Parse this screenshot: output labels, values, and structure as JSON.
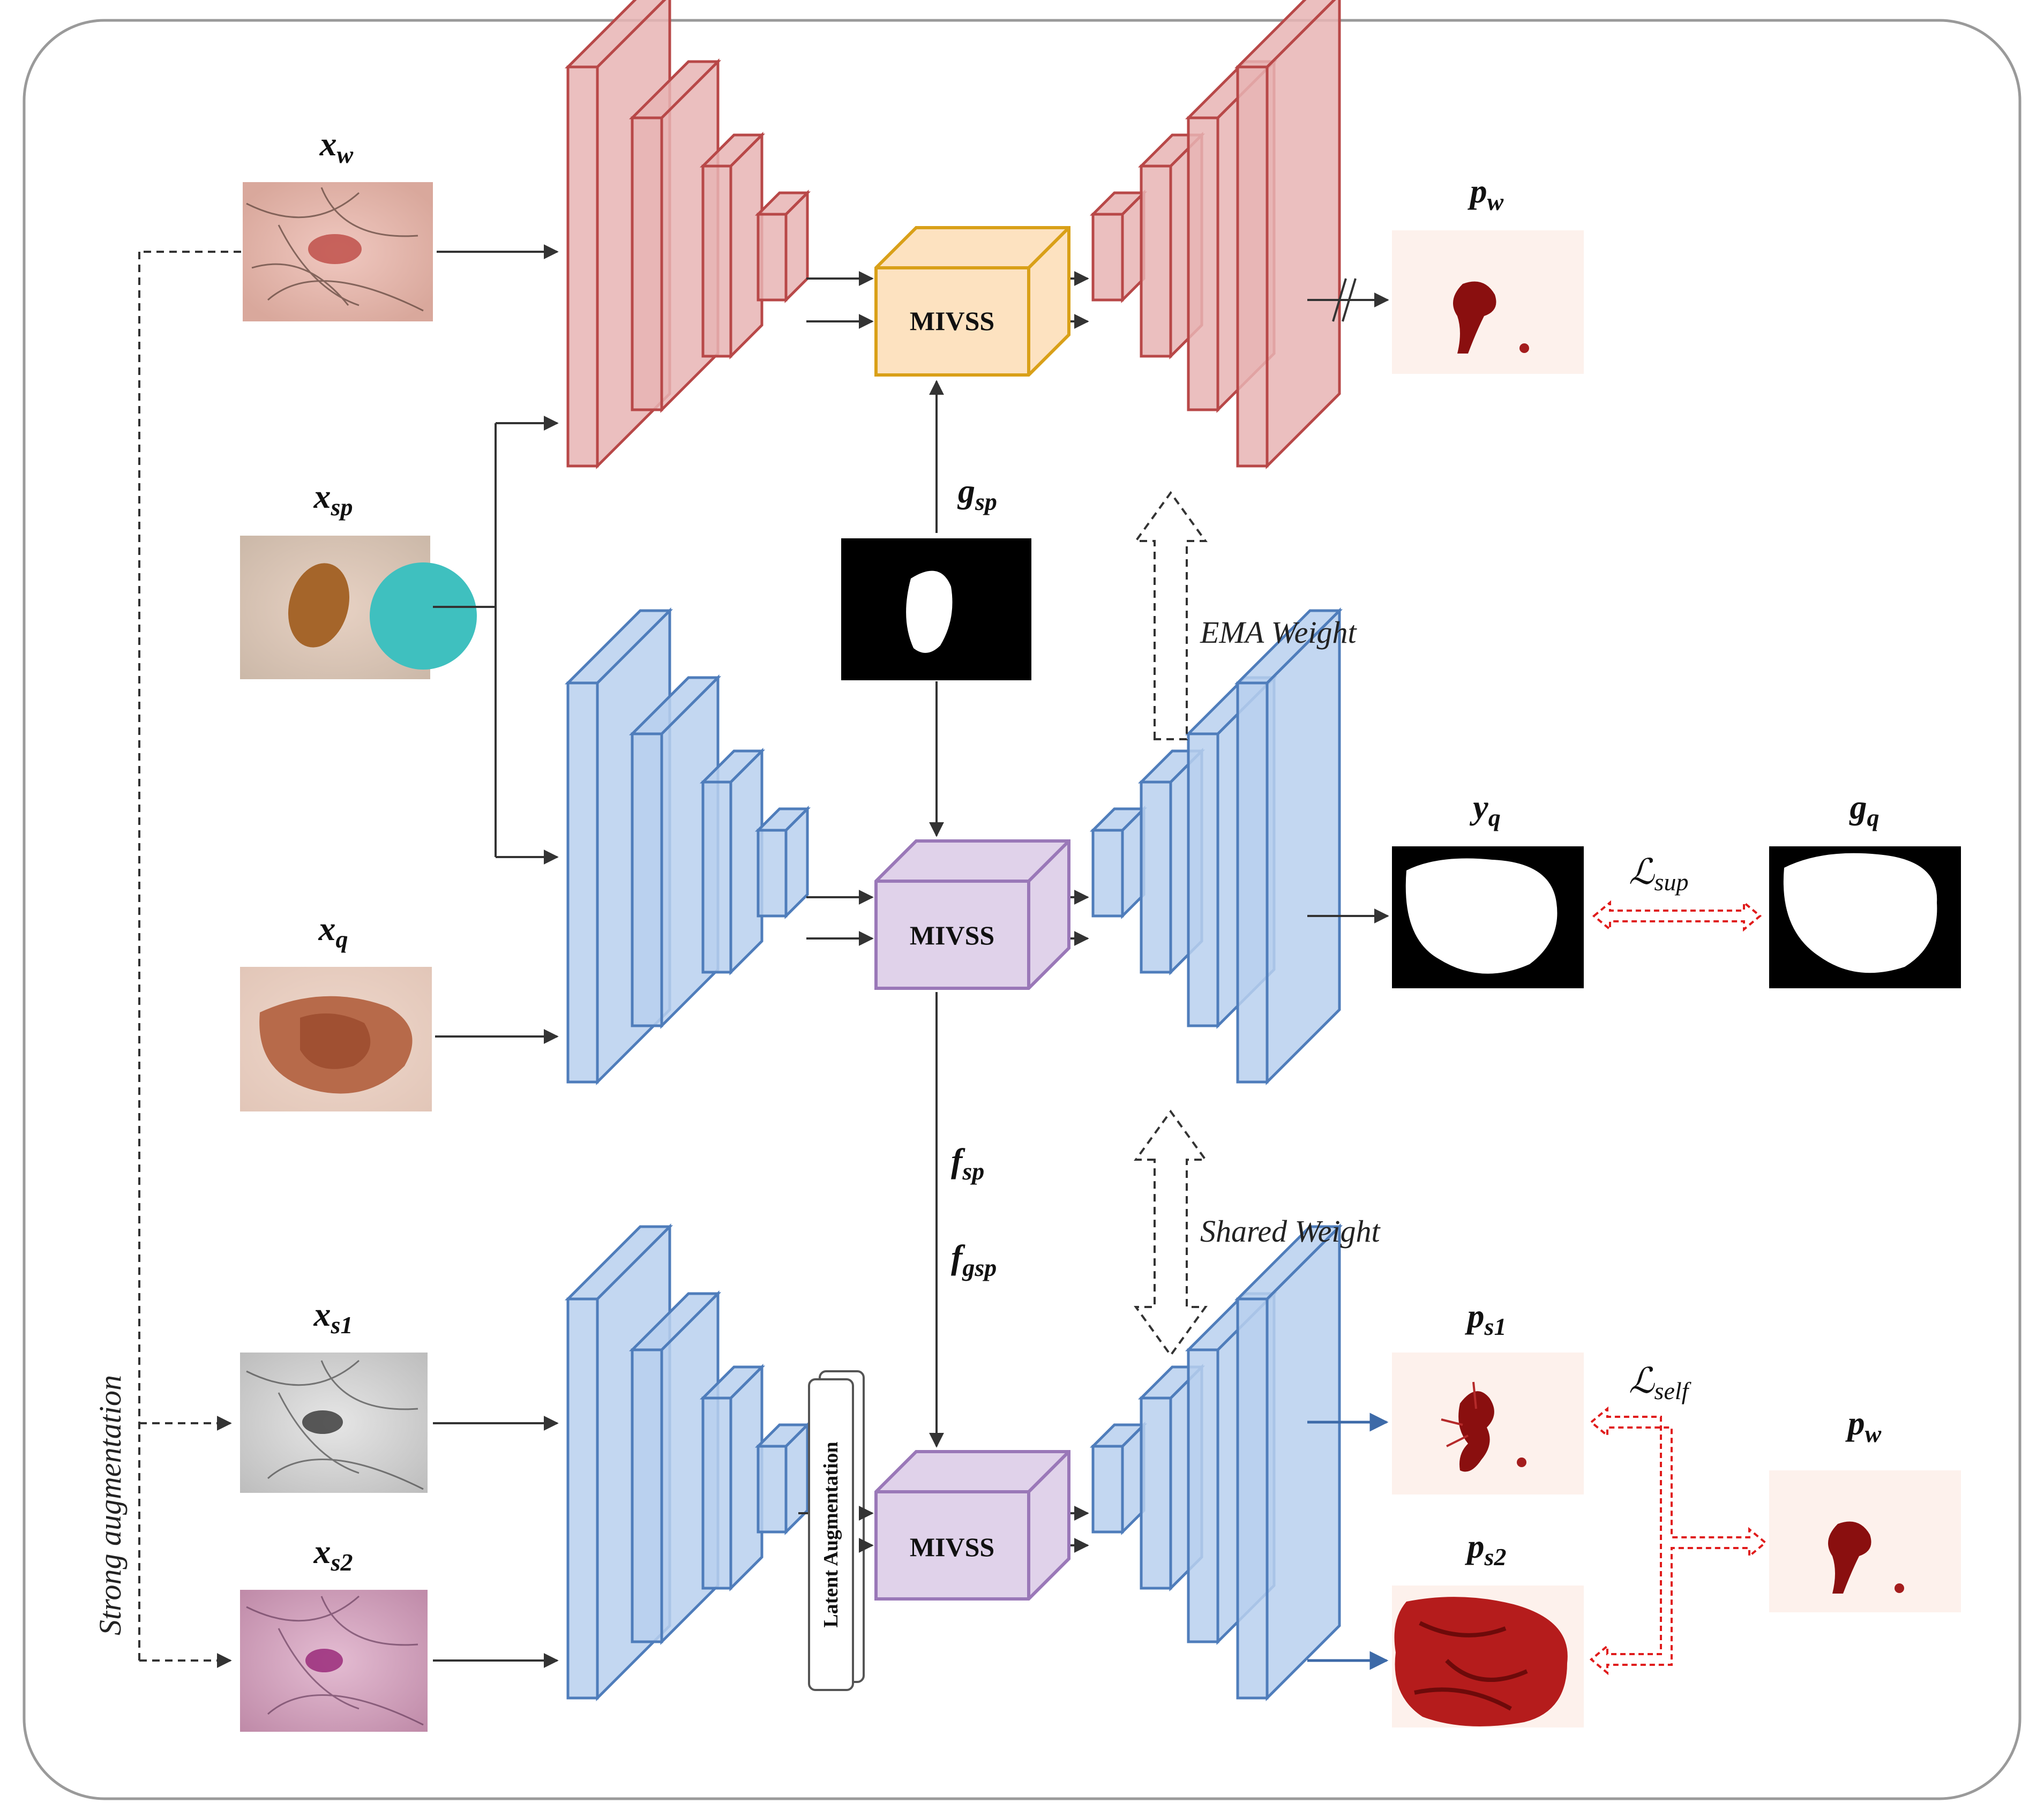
{
  "labels": {
    "x_w": {
      "base": "x",
      "sub": "w"
    },
    "x_sp": {
      "base": "x",
      "sub": "sp"
    },
    "x_q": {
      "base": "x",
      "sub": "q"
    },
    "x_s1": {
      "base": "x",
      "sub": "s1"
    },
    "x_s2": {
      "base": "x",
      "sub": "s2"
    },
    "p_w_top": {
      "base": "p",
      "sub": "w"
    },
    "p_w_bottom": {
      "base": "p",
      "sub": "w"
    },
    "y_q": {
      "base": "y",
      "sub": "q"
    },
    "g_q": {
      "base": "g",
      "sub": "q"
    },
    "p_s1": {
      "base": "p",
      "sub": "s1"
    },
    "p_s2": {
      "base": "p",
      "sub": "s2"
    },
    "g_sp": {
      "base": "g",
      "sub": "sp"
    },
    "f_sp": {
      "base": "f",
      "sub": "sp"
    },
    "f_gsp": {
      "base": "f",
      "sub": "gsp"
    }
  },
  "losses": {
    "sup": {
      "symbol": "ℒ",
      "sub": "sup"
    },
    "self": {
      "symbol": "ℒ",
      "sub": "self"
    }
  },
  "modules": {
    "mivss_top": "MIVSS",
    "mivss_mid": "MIVSS",
    "mivss_bottom": "MIVSS",
    "latent_aug": "Latent Augmentation"
  },
  "notes": {
    "ema": "EMA Weight",
    "shared": "Shared Weight",
    "strong_aug": "Strong augmentation"
  },
  "colors": {
    "teacher_fill": "#e8b4b4",
    "teacher_stroke": "#b84848",
    "student_fill": "#b9d0ee",
    "student_stroke": "#4f7dbb",
    "mivss_top_fill": "#fde2c0",
    "mivss_top_stroke": "#d9a018",
    "mivss_fill": "#e0d2ea",
    "mivss_stroke": "#9a78b8",
    "loss_arrow": "#e01b1b"
  }
}
